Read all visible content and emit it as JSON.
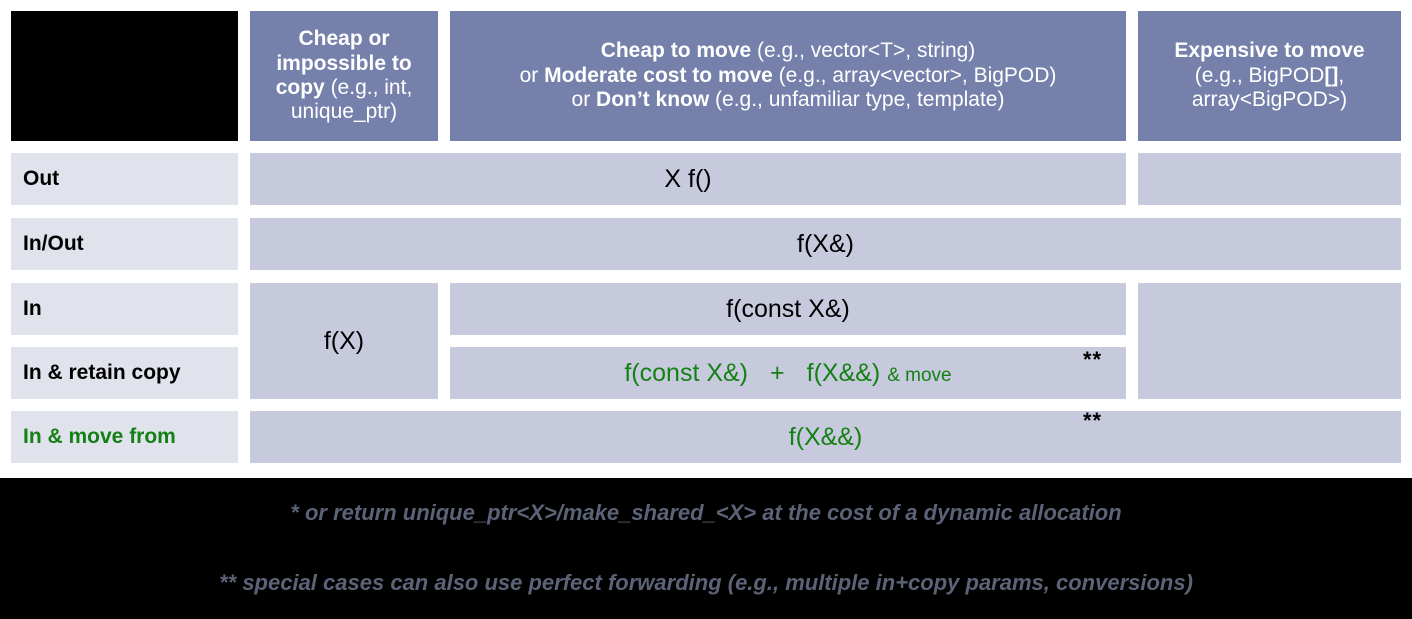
{
  "title": "C++ parameter passing guidance table",
  "colors": {
    "header_fill": "#7580AB",
    "row_label_fill": "#E0E3EC",
    "body_fill": "#C6CADC",
    "accent_green": "#158015",
    "footer_bg": "#000000",
    "footer_text": "#5D6377"
  },
  "header": {
    "corner": "",
    "columns": [
      {
        "id": "cheap-or-impossible-to-copy",
        "bold1": "Cheap or impossible to copy",
        "example1": " (e.g., int, unique_ptr)"
      },
      {
        "id": "cheap-to-move",
        "line1_bold": "Cheap to move",
        "line1_rest": " (e.g., vector<T>, string)",
        "line2_prefix": "or ",
        "line2_bold": "Moderate cost to move",
        "line2_rest": " (e.g., array<vector>, BigPOD)",
        "line3_prefix": "or ",
        "line3_bold": "Don’t know",
        "line3_rest": " (e.g., unfamiliar type, template)"
      },
      {
        "id": "expensive-to-move",
        "bold1": "Expensive to move",
        "line2": "(e.g., BigPOD",
        "line2_bold": "[]",
        "line2_end": ",",
        "line3": "array<BigPOD>)"
      }
    ]
  },
  "rows": [
    {
      "id": "out",
      "label": "Out",
      "label_green": false,
      "value": "X f()",
      "value_green": false
    },
    {
      "id": "in-out",
      "label": "In/Out",
      "label_green": false,
      "value": "f(X&)",
      "value_green": false
    },
    {
      "id": "in",
      "label": "In",
      "label_green": false,
      "value": "f(const X&)",
      "value_green": false
    },
    {
      "id": "in-retain-copy",
      "label": "In & retain copy",
      "label_green": true,
      "value": "",
      "value_green": true
    },
    {
      "id": "in-move-from",
      "label": "In & move from",
      "label_green": true,
      "value": "f(X&&)",
      "value_green": true
    }
  ],
  "cells": {
    "cheap_copy_merged": "f(X)",
    "retain_copy_part1": "f(const X&)",
    "retain_copy_plus": "+",
    "retain_copy_part2": "f(X&&)",
    "retain_copy_suffix": "& move"
  },
  "marks": {
    "double_star_retain": "**",
    "double_star_move": "**"
  },
  "footnotes": [
    {
      "id": "footnote-single-star",
      "text": "* or return unique_ptr<X>/make_shared_<X> at the cost of a dynamic allocation"
    },
    {
      "id": "footnote-double-star",
      "text": "** special cases can also use perfect forwarding (e.g., multiple in+copy params, conversions)"
    }
  ]
}
